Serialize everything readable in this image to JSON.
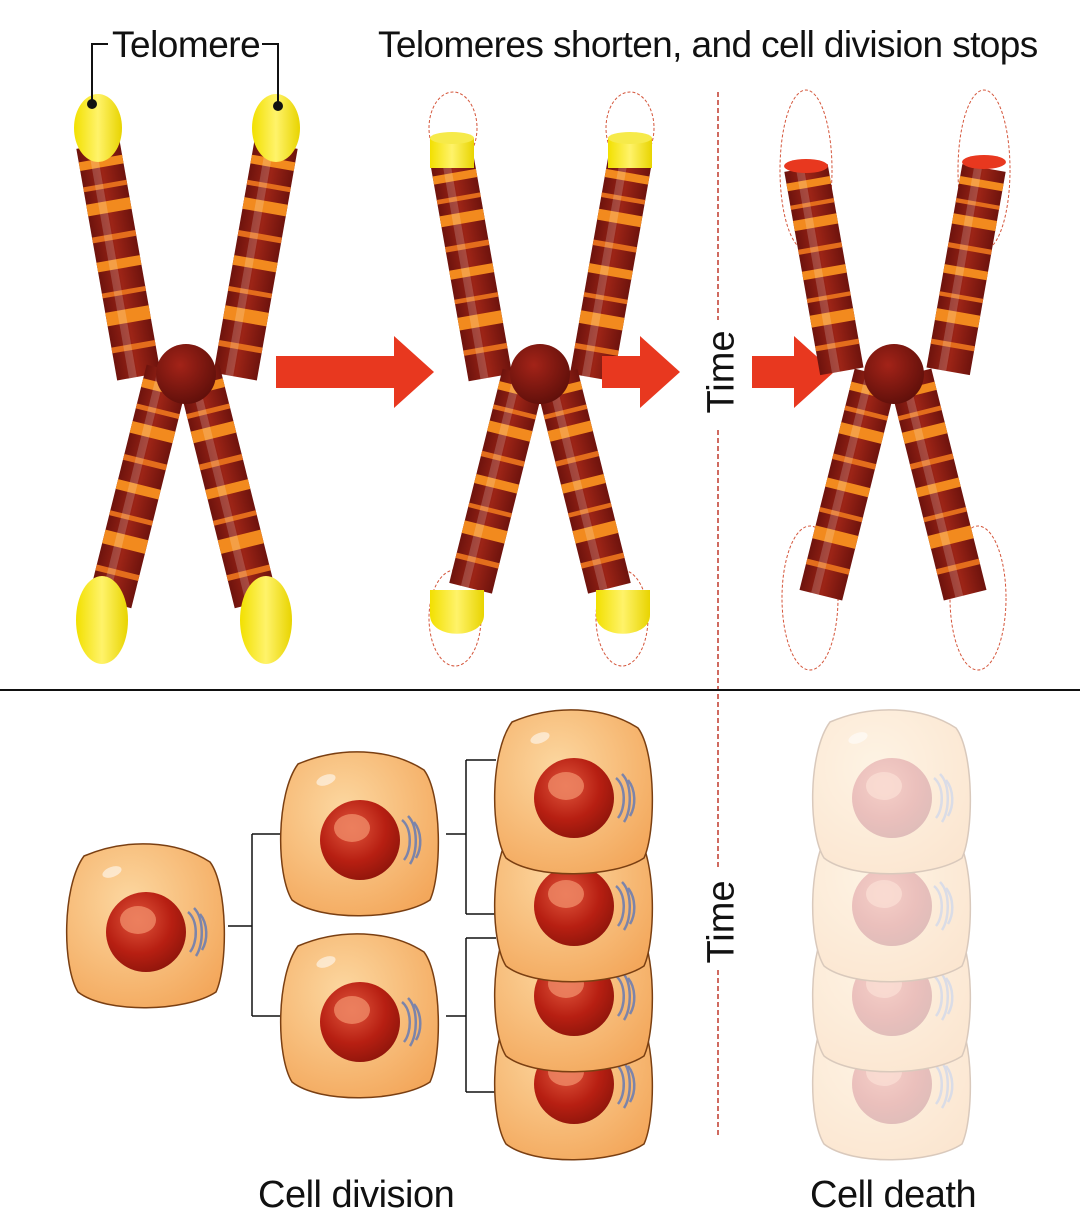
{
  "labels": {
    "telomere": "Telomere",
    "title": "Telomeres shorten, and cell division stops",
    "time_top": "Time",
    "time_bottom": "Time",
    "cell_division": "Cell division",
    "cell_death": "Cell death"
  },
  "colors": {
    "telomere_yellow": "#f5e300",
    "chromatid_dark": "#8f1c14",
    "band_orange": "#f28a1e",
    "centromere": "#7a1410",
    "arrow_red": "#e8381f",
    "dashed_red": "#c0392b",
    "cell_fill": "#f9c07a",
    "nucleus": "#b01e10"
  },
  "icons": {
    "arrow": "arrow-right-icon",
    "chromosome": "chromosome-icon",
    "cell": "cell-icon"
  }
}
